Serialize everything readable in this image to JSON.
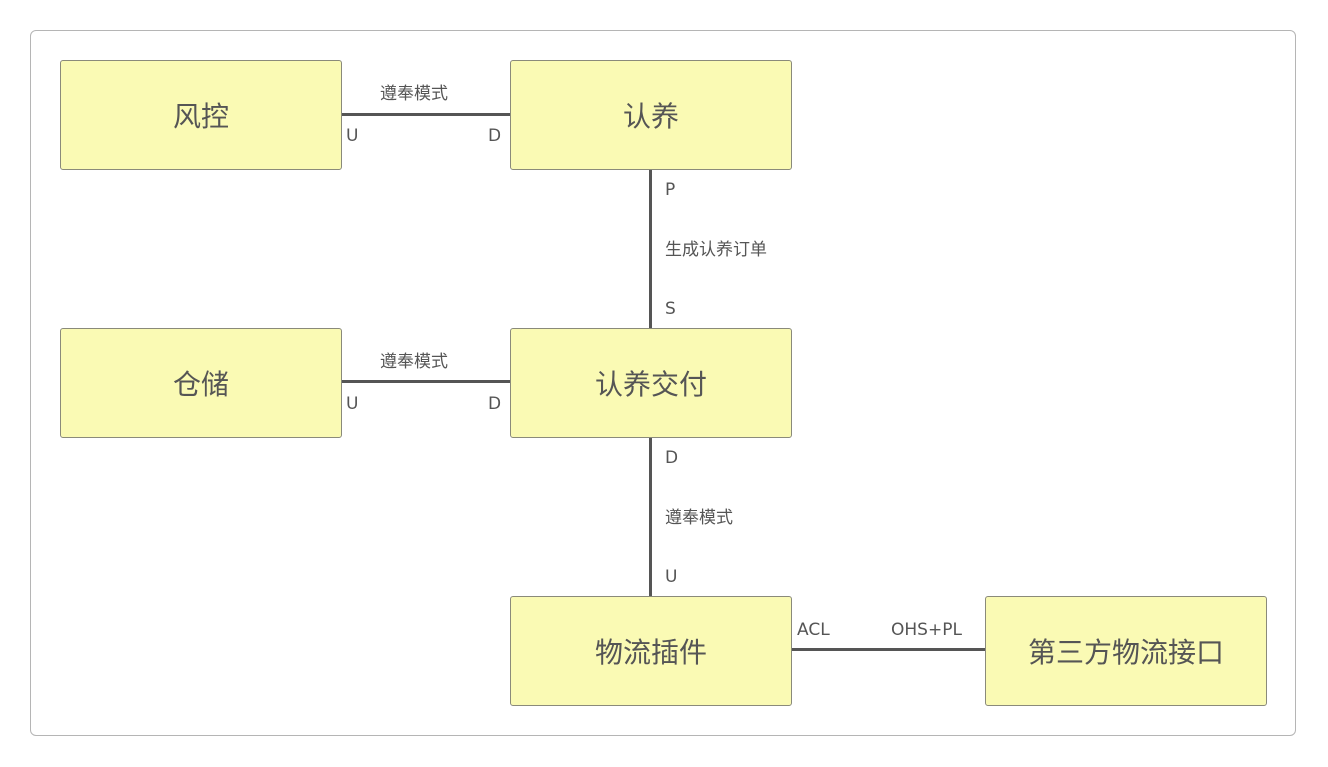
{
  "boxes": {
    "fengkong": "风控",
    "renyang": "认养",
    "cangchu": "仓储",
    "renyang_jiaofu": "认养交付",
    "wuliu_chajian": "物流插件",
    "third_party": "第三方物流接口"
  },
  "edges": {
    "fengkong_renyang": {
      "relation": "遵奉模式",
      "upstream": "U",
      "downstream": "D"
    },
    "renyang_jiaofu": {
      "upper_end": "P",
      "relation": "生成认养订单",
      "lower_end": "S"
    },
    "cangchu_jiaofu": {
      "relation": "遵奉模式",
      "upstream": "U",
      "downstream": "D"
    },
    "jiaofu_wuliu": {
      "upper_end": "D",
      "relation": "遵奉模式",
      "lower_end": "U"
    },
    "wuliu_third": {
      "left_end": "ACL",
      "right_end": "OHS+PL"
    }
  },
  "colors": {
    "box_fill": "#fafab4",
    "line": "#555555",
    "text": "#555555"
  }
}
